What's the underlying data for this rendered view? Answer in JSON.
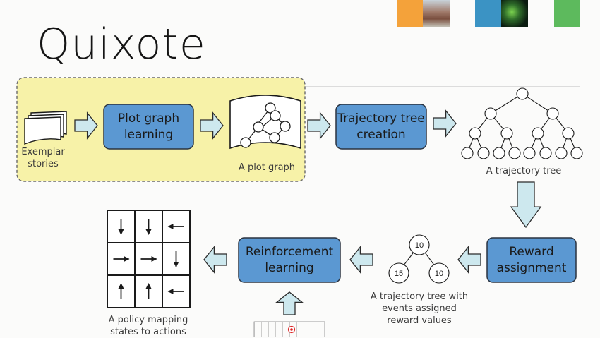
{
  "slide": {
    "title": "Quixote"
  },
  "process": {
    "plot_graph_learning": "Plot graph learning",
    "trajectory_tree_creation": "Trajectory tree creation",
    "reward_assignment": "Reward assignment",
    "reinforcement_learning": "Reinforcement learning"
  },
  "captions": {
    "exemplar_stories": "Exemplar stories",
    "plot_graph": "A plot graph",
    "trajectory_tree": "A trajectory tree",
    "tree_with_rewards": "A trajectory tree with events assigned reward values",
    "policy_mapping": "A policy mapping states to actions"
  },
  "reward_tree": {
    "root": "10",
    "left": "15",
    "right": "10"
  },
  "policy_grid": {
    "cells": [
      "down",
      "down",
      "left",
      "right",
      "right",
      "down",
      "up",
      "up",
      "left"
    ]
  },
  "icons": {
    "flow_arrow": "block-arrow-icon",
    "stories": "stacked-documents-icon",
    "plot_graph": "graph-on-scroll-icon",
    "policy_arrow": "direction-arrow-icon",
    "target": "target-icon"
  },
  "colors": {
    "highlight_region": "#f7f2a8",
    "process_box": "#5b98d2",
    "flow_arrow": "#cde8ee",
    "thumb_orange": "#f4a23a",
    "thumb_blue": "#3b93c4",
    "thumb_green": "#5dba5d"
  }
}
